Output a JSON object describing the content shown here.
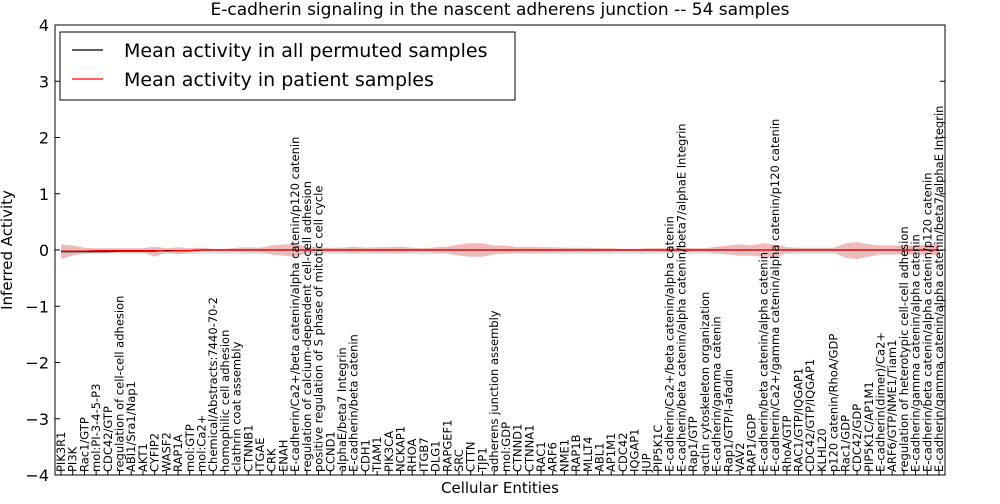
{
  "chart_data": {
    "type": "line",
    "title": "E-cadherin signaling in the nascent adherens junction -- 54 samples",
    "xlabel": "Cellular Entities",
    "ylabel": "Inferred Activity",
    "ylim": [
      -4,
      4
    ],
    "yticks": [
      "4",
      "3",
      "2",
      "1",
      "0",
      "−1",
      "−2",
      "−3",
      "−4"
    ],
    "grid": false,
    "legend_position": "top-left",
    "colors": {
      "permuted": "#000000",
      "patient": "#ff0000",
      "band": "#e88a8a"
    },
    "categories": [
      "PIK3R1",
      "PI3K",
      "Rac1/GTP",
      "mol:PI-3-4-5-P3",
      "CDC42/GTP",
      "regulation of cell-cell adhesion",
      "ABI1/Sra1/Nap1",
      "AKT1",
      "CYFIP2",
      "WASF2",
      "RAP1A",
      "mol:GTP",
      "mol:Ca2+",
      "Chemical/Abstracts:7440-70-2",
      "homophilic cell adhesion",
      "clathrin coat assembly",
      "CTNNB1",
      "ITGAE",
      "CRK",
      "ENAH",
      "E-cadherin/Ca2+/beta catenin/alpha catenin/p120 catenin",
      "regulation of calcium-dependent cell-cell adhesion",
      "positive regulation of S phase of mitotic cell cycle",
      "CCND1",
      "alphaE/beta7 Integrin",
      "E-cadherin/beta catenin",
      "CDH1",
      "TIAM1",
      "PIK3CA",
      "NCKAP1",
      "RHOA",
      "ITGB7",
      "DLG1",
      "RAPGEF1",
      "SRC",
      "CTTN",
      "TJP1",
      "adherens junction assembly",
      "mol:GDP",
      "CTNND1",
      "CTNNA1",
      "RAC1",
      "ARF6",
      "NME1",
      "RAP1B",
      "MLLT4",
      "ABL1",
      "AP1M1",
      "CDC42",
      "IQGAP1",
      "JUP",
      "PIP5K1C",
      "E-cadherin/Ca2+/beta catenin/alpha catenin",
      "E-cadherin/beta catenin/alpha catenin/beta7/alphaE Integrin",
      "Rap1/GTP",
      "actin cytoskeleton organization",
      "E-cadherin/gamma catenin",
      "Rap1/GTP/I-afadin",
      "VAV2",
      "RAP1/GDP",
      "E-cadherin/beta catenin/alpha catenin",
      "E-cadherin/Ca2+/gamma catenin/alpha catenin/p120 catenin",
      "RhoA/GTP",
      "RAC1/GTP/IQGAP1",
      "CDC42/GTP/IQGAP1",
      "KLHL20",
      "p120 catenin/RhoA/GDP",
      "Rac1/GDP",
      "CDC42/GDP",
      "PIP5K1C/AP1M1",
      "E-cadherin(dimer)/Ca2+",
      "ARF6/GTP/NME1/Tiam1",
      "regulation of heterotypic cell-cell adhesion",
      "E-cadherin/gamma catenin/alpha catenin",
      "E-cadherin/beta catenin/alpha catenin/p120 catenin",
      "E-cadherin/gamma catenin/alpha catenin/beta7/alphaE Integrin"
    ],
    "series": [
      {
        "name": "Mean activity in all permuted samples",
        "values": [
          -0.03,
          -0.03,
          -0.03,
          -0.03,
          -0.03,
          -0.02,
          -0.02,
          -0.02,
          -0.02,
          -0.01,
          -0.01,
          -0.01,
          0,
          0,
          0,
          0,
          0,
          0,
          0,
          0,
          0,
          0,
          0,
          0,
          0,
          0,
          0,
          0,
          0,
          0,
          0,
          0,
          0,
          0,
          0,
          0,
          0,
          0,
          0,
          0,
          0,
          0,
          0,
          0,
          0,
          0,
          0,
          0,
          0,
          0,
          0,
          0,
          0,
          0,
          0,
          0,
          0,
          0,
          0,
          0,
          0,
          0,
          0,
          0,
          0,
          0,
          0,
          0,
          0,
          0,
          0,
          0,
          0,
          0,
          0,
          0
        ]
      },
      {
        "name": "Mean activity in patient samples",
        "values": [
          -0.02,
          -0.02,
          -0.02,
          -0.01,
          -0.01,
          -0.01,
          -0.01,
          -0.01,
          -0.01,
          -0.02,
          -0.01,
          -0.01,
          0,
          0,
          0,
          0,
          0,
          0,
          0,
          0,
          0,
          0,
          0,
          0,
          0,
          0,
          0,
          0,
          0,
          0,
          0,
          0,
          0,
          0,
          0,
          0,
          0,
          0,
          0,
          0,
          0,
          0,
          0,
          0,
          0,
          0,
          0,
          0,
          0,
          0,
          0,
          0,
          0,
          0,
          0,
          0,
          0,
          0,
          0,
          0,
          0,
          0,
          0,
          0,
          0,
          0,
          0,
          0,
          0,
          0,
          0,
          0,
          0,
          0,
          0,
          0
        ],
        "upper": [
          0.1,
          0.08,
          0.04,
          0.03,
          0.03,
          0.03,
          0.03,
          0.03,
          0.06,
          0.03,
          0.05,
          0.03,
          0.04,
          0.02,
          0.02,
          0.04,
          0.05,
          0.04,
          0.08,
          0.1,
          0.1,
          0.06,
          0.05,
          0.04,
          0.04,
          0.06,
          0.04,
          0.05,
          0.05,
          0.06,
          0.04,
          0.03,
          0.05,
          0.06,
          0.1,
          0.12,
          0.12,
          0.08,
          0.08,
          0.05,
          0.06,
          0.05,
          0.05,
          0.04,
          0.04,
          0.04,
          0.03,
          0.03,
          0.02,
          0.02,
          0.03,
          0.03,
          0.04,
          0.04,
          0.03,
          0.03,
          0.06,
          0.08,
          0.1,
          0.08,
          0.12,
          0.1,
          0.05,
          0.04,
          0.04,
          0.04,
          0.04,
          0.12,
          0.14,
          0.1,
          0.08,
          0.08,
          0.08,
          0.08,
          0.1,
          0.12
        ],
        "lower": [
          -0.16,
          -0.1,
          -0.06,
          -0.04,
          -0.04,
          -0.04,
          -0.04,
          -0.04,
          -0.12,
          -0.04,
          -0.08,
          -0.04,
          -0.03,
          -0.02,
          -0.02,
          -0.03,
          -0.04,
          -0.04,
          -0.08,
          -0.1,
          -0.12,
          -0.06,
          -0.05,
          -0.04,
          -0.04,
          -0.06,
          -0.04,
          -0.05,
          -0.05,
          -0.06,
          -0.04,
          -0.03,
          -0.05,
          -0.06,
          -0.1,
          -0.12,
          -0.12,
          -0.08,
          -0.06,
          -0.05,
          -0.06,
          -0.05,
          -0.05,
          -0.04,
          -0.04,
          -0.04,
          -0.03,
          -0.03,
          -0.02,
          -0.02,
          -0.03,
          -0.03,
          -0.04,
          -0.04,
          -0.03,
          -0.03,
          -0.06,
          -0.08,
          -0.1,
          -0.1,
          -0.12,
          -0.14,
          -0.05,
          -0.04,
          -0.04,
          -0.04,
          -0.04,
          -0.14,
          -0.16,
          -0.12,
          -0.08,
          -0.08,
          -0.08,
          -0.08,
          -0.08,
          -0.1
        ]
      }
    ]
  }
}
